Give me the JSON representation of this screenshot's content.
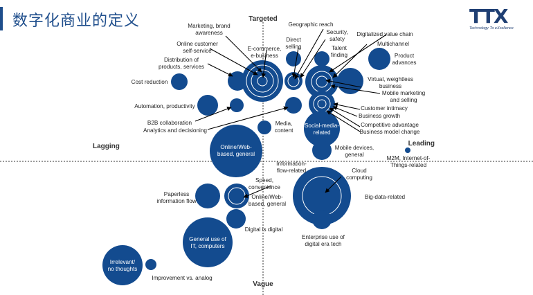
{
  "title": "数字化商业的定义",
  "logo": {
    "mark": "TTX",
    "tagline": "Technology To eXcellence"
  },
  "axes": {
    "top": "Targeted",
    "bottom": "Vague",
    "left": "Lagging",
    "right": "Leading"
  },
  "colors": {
    "bubble": "#134b8f",
    "bubble_ring": "#ffffff",
    "axis": "#333333",
    "title": "#1f4e8c"
  },
  "labels": {
    "marketing": [
      "Marketing, brand",
      "awareness"
    ],
    "online_cs": [
      "Online customer",
      "self-service"
    ],
    "distribution": [
      "Distribution of",
      "products, services"
    ],
    "cost": [
      "Cost reduction"
    ],
    "automation": [
      "Automation, productivity"
    ],
    "b2b": [
      "B2B collaboration"
    ],
    "analytics": [
      "Analytics and decisioning"
    ],
    "ecommerce": [
      "E-commerce,",
      "e-business"
    ],
    "geographic": [
      "Geographic reach"
    ],
    "direct": [
      "Direct",
      "selling"
    ],
    "security": [
      "Security,",
      "safety"
    ],
    "talent": [
      "Talent",
      "finding"
    ],
    "digital_chain": [
      "Digitalized value chain"
    ],
    "multichannel": [
      "Multichannel"
    ],
    "product": [
      "Product",
      "advances"
    ],
    "virtual": [
      "Virtual, weightless",
      "business"
    ],
    "mobile_mkt": [
      "Mobile marketing",
      "and selling"
    ],
    "intimacy": [
      "Customer intimacy"
    ],
    "growth": [
      "Business growth"
    ],
    "competitive": [
      "Competitive advantage"
    ],
    "model": [
      "Business model change"
    ],
    "media": [
      "Media,",
      "content"
    ],
    "social": [
      "Social-media-",
      "related"
    ],
    "online_general_top": [
      "Online/Web-",
      "based, general"
    ],
    "mobile_devices": [
      "Mobile devices,",
      "general"
    ],
    "m2m": [
      "M2M, Internet-of-",
      "Things-related"
    ],
    "info_flow": [
      "Information-",
      "flow-related"
    ],
    "cloud": [
      "Cloud",
      "computing"
    ],
    "bigdata": [
      "Big-data-related"
    ],
    "speed": [
      "Speed,",
      "convenience"
    ],
    "online_general_bottom": [
      "Online/Web-",
      "based, general"
    ],
    "paperless": [
      "Paperless",
      "information flow"
    ],
    "digital_digital": [
      "Digital is digital"
    ],
    "enterprise": [
      "Enterprise use of",
      "digital era tech"
    ],
    "general_it": [
      "General use of",
      "IT, computers"
    ],
    "irrelevant": [
      "Irrelevant/",
      "no thoughts"
    ],
    "improvement": [
      "Improvement vs. analog"
    ]
  }
}
